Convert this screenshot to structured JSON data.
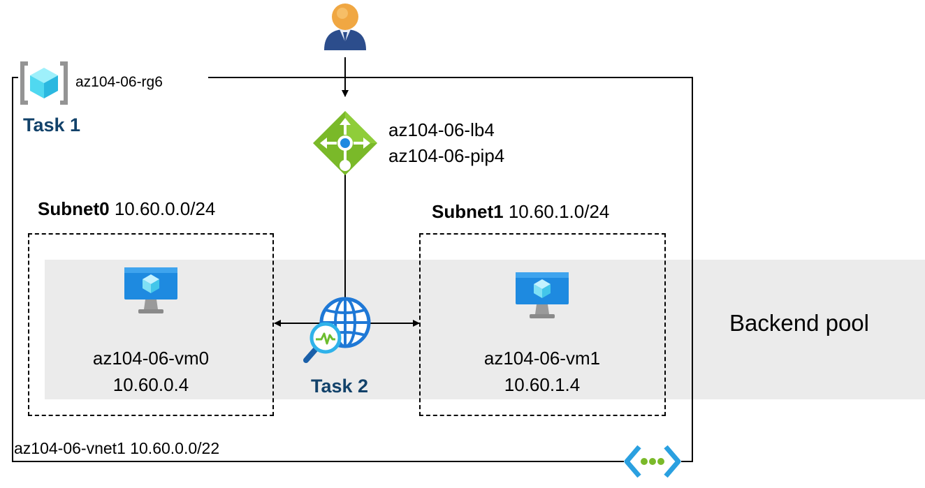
{
  "resource_group": {
    "name": "az104-06-rg6",
    "icon": "resource-group-cube-icon"
  },
  "tasks": {
    "task1": "Task 1",
    "task2": "Task 2"
  },
  "load_balancer": {
    "name": "az104-06-lb4",
    "public_ip": "az104-06-pip4",
    "icon": "load-balancer-icon"
  },
  "user": {
    "icon": "user-icon"
  },
  "subnets": [
    {
      "name": "Subnet0",
      "cidr": "10.60.0.0/24",
      "vm": {
        "name": "az104-06-vm0",
        "ip": "10.60.0.4",
        "icon": "virtual-machine-icon"
      }
    },
    {
      "name": "Subnet1",
      "cidr": "10.60.1.0/24",
      "vm": {
        "name": "az104-06-vm1",
        "ip": "10.60.1.4",
        "icon": "virtual-machine-icon"
      }
    }
  ],
  "backend_pool": {
    "label": "Backend pool"
  },
  "network_watcher": {
    "icon": "network-watcher-globe-icon"
  },
  "vnet": {
    "label": "az104-06-vnet1 10.60.0.0/22",
    "icon": "virtual-network-icon"
  },
  "colors": {
    "task_text": "#12426a",
    "band": "#ebebeb",
    "lb_green": "#7ab929",
    "vm_blue": "#1e8ae0"
  }
}
